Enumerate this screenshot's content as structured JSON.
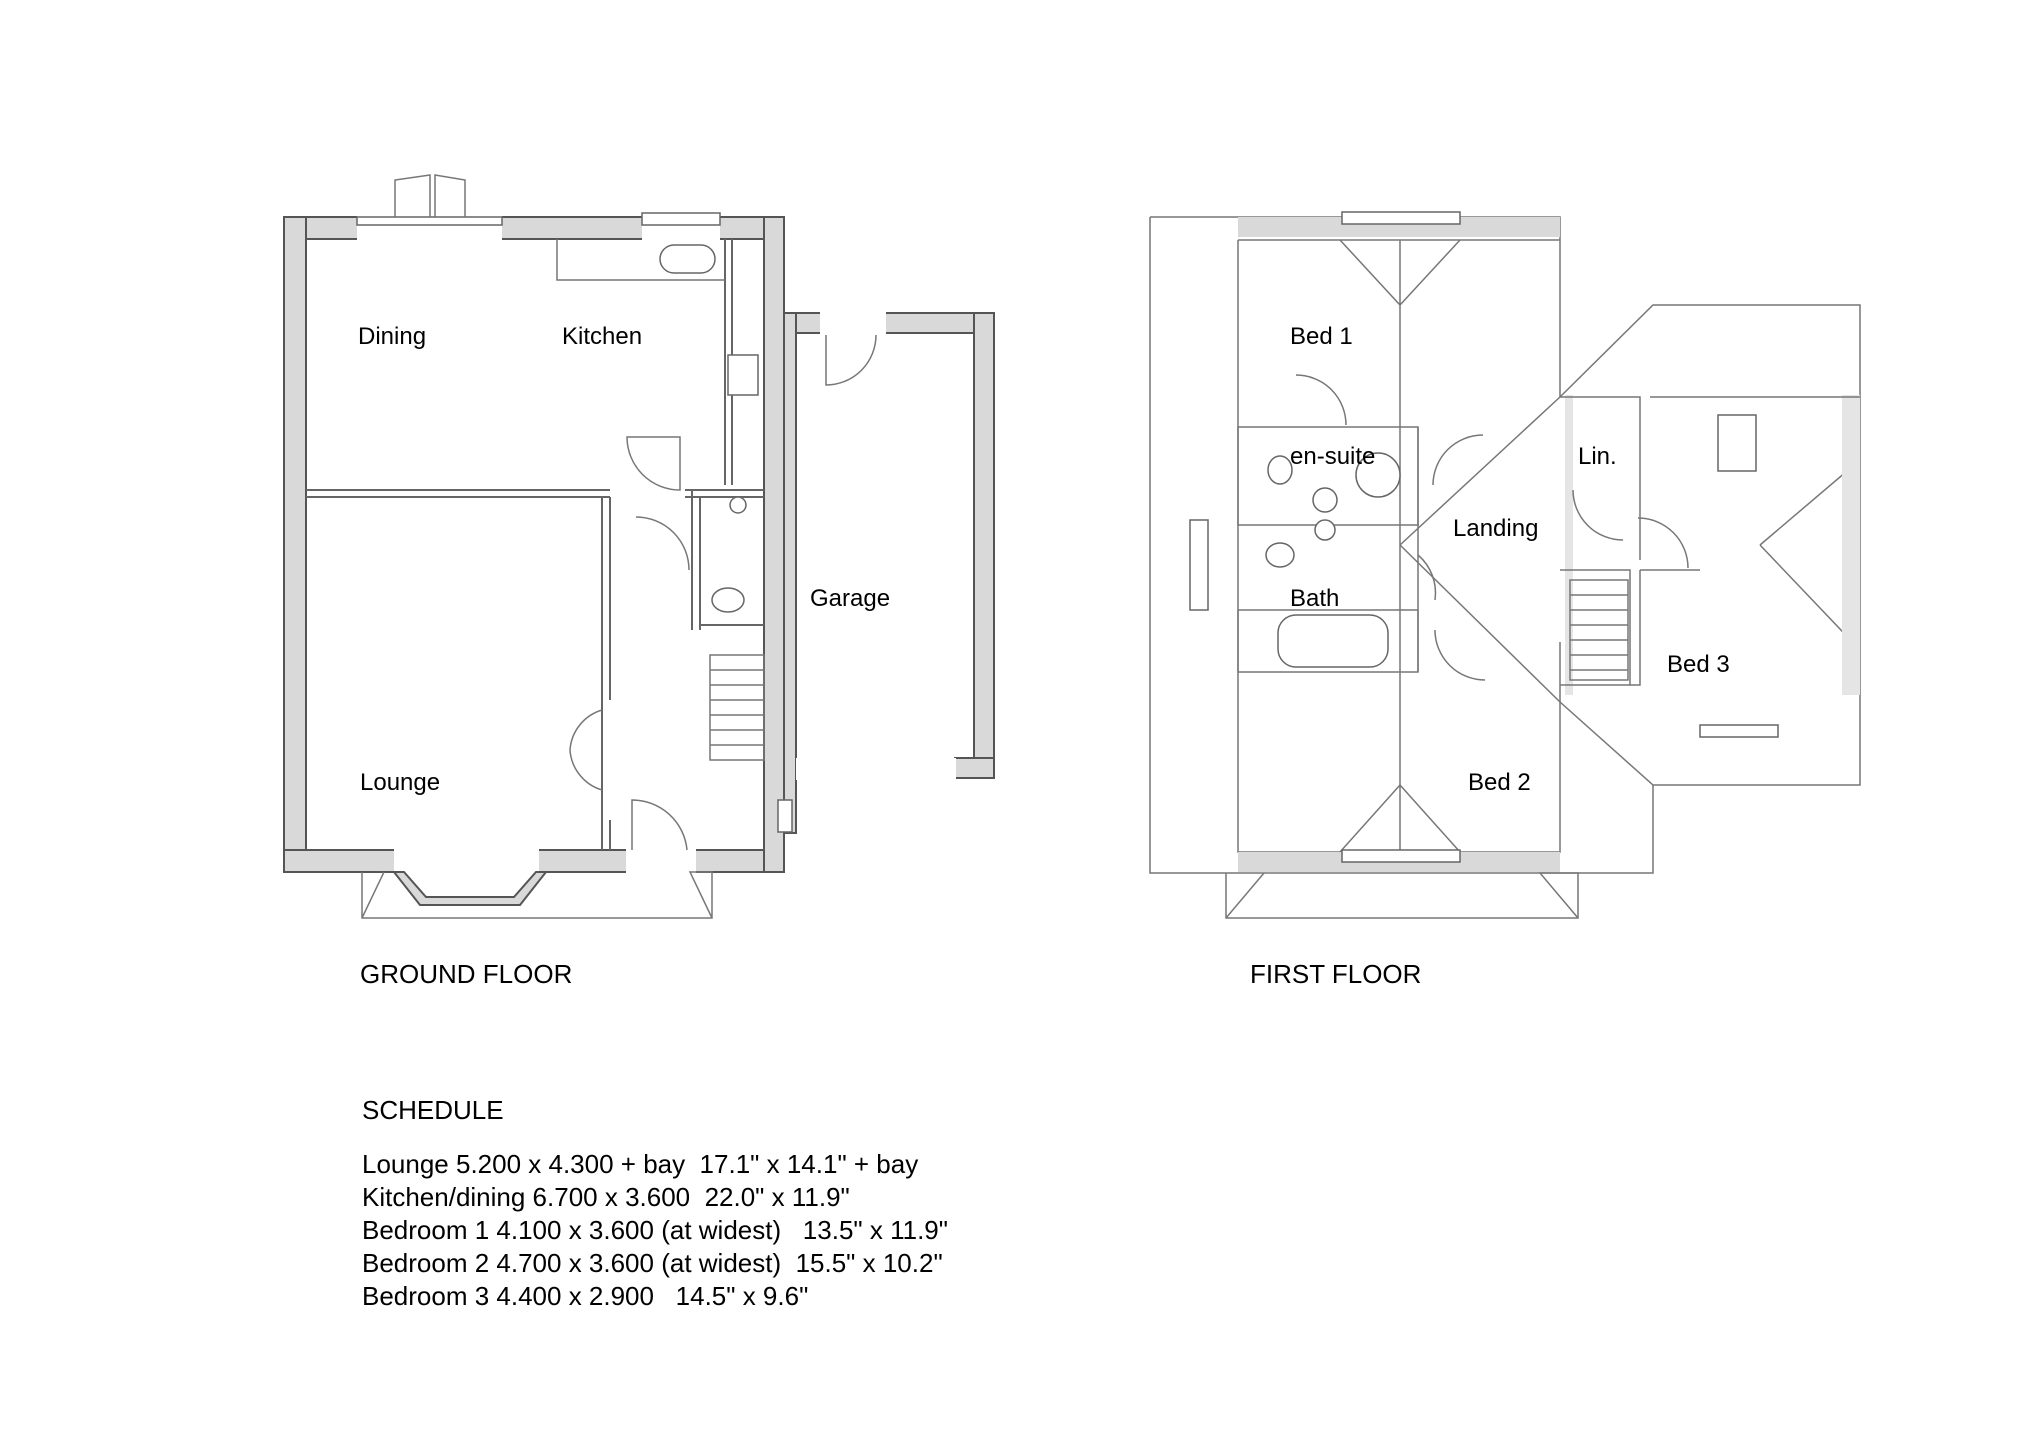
{
  "ground_floor": {
    "title": "GROUND FLOOR",
    "rooms": {
      "dining": "Dining",
      "kitchen": "Kitchen",
      "lounge": "Lounge",
      "garage": "Garage"
    }
  },
  "first_floor": {
    "title": "FIRST FLOOR",
    "rooms": {
      "bed1": "Bed 1",
      "ensuite": "en-suite",
      "linen": "Lin.",
      "landing": "Landing",
      "bath": "Bath",
      "bed3": "Bed 3",
      "bed2": "Bed 2"
    }
  },
  "schedule": {
    "title": "SCHEDULE",
    "rows": [
      "Lounge 5.200 x 4.300 + bay  17.1\" x 14.1\" + bay",
      "Kitchen/dining 6.700 x 3.600  22.0\" x 11.9\"",
      "Bedroom 1 4.100 x 3.600 (at widest)   13.5\" x 11.9\"",
      "Bedroom 2 4.700 x 3.600 (at widest)  15.5\" x 10.2\"",
      "Bedroom 3 4.400 x 2.900   14.5\" x 9.6\""
    ]
  }
}
